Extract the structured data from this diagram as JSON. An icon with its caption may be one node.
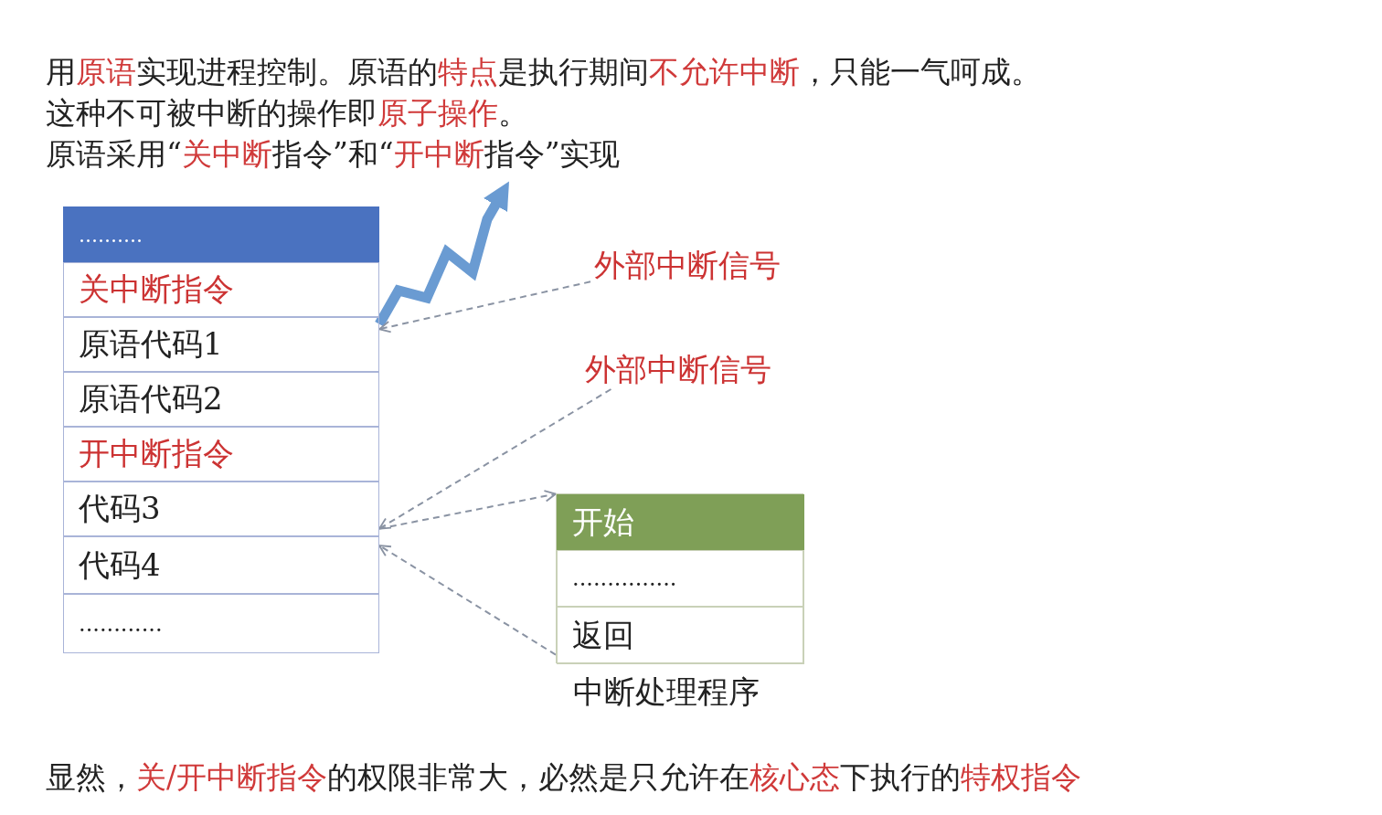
{
  "diagram": {
    "nodes": [
      {
        "text": [
          ".........."
        ]
      },
      {
        "text": [
          "关中断指令"
        ]
      },
      {
        "text": [
          "原语代码1"
        ]
      },
      {
        "text": [
          "原语代码2"
        ]
      },
      {
        "text": [
          "开中断指令"
        ]
      },
      {
        "text": [
          "代码3"
        ]
      },
      {
        "text": [
          "代码4"
        ]
      },
      {
        "text": [
          "............"
        ]
      },
      {
        "text": [
          "外部中断信号"
        ]
      },
      {
        "text": [
          "外部中断信号"
        ]
      },
      {
        "text": [
          "中断处理程序"
        ]
      },
      {
        "text": [
          "开始"
        ],
        "in": 10
      },
      {
        "text": [
          "..............."
        ],
        "in": 10
      },
      {
        "text": [
          "返回"
        ],
        "in": 10
      }
    ],
    "edges": [
      {
        "from": 2,
        "to": null,
        "arrow": "to",
        "style": "thick",
        "color": "#6a9bd2"
      },
      {
        "from": 8,
        "to": 2,
        "arrow": "to",
        "style": "dashed"
      },
      {
        "from": 9,
        "to": 5,
        "arrow": "to",
        "style": "dashed"
      },
      {
        "from": 5,
        "to": 11,
        "arrow": "to",
        "style": "dashed"
      },
      {
        "from": 13,
        "to": 6,
        "arrow": "to",
        "style": "dashed"
      }
    ],
    "labels": [
      "用**原语**实现进程控制。原语的**特点**是执行期间**不允许中断**，只能一气呵成。",
      "这种不可被中断的操作即**原子操作**。",
      "原语采用“**关中断**指令”和“**开中断**指令”实现",
      "显然，**关/开中断指令**的权限非常大，必然是只允许在**核心态**下执行的**特权指令**"
    ]
  }
}
